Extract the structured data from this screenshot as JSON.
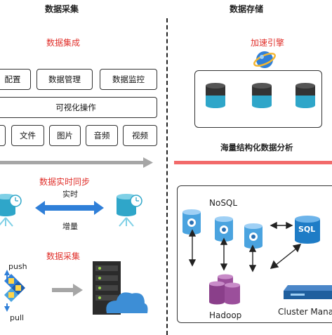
{
  "left": {
    "title": "数据采集",
    "integration": {
      "title": "数据集成",
      "row1": [
        "配置",
        "数据管理",
        "数据监控"
      ],
      "row2": "可视化操作",
      "row3": [
        "",
        "文件",
        "图片",
        "音频",
        "视频"
      ]
    },
    "sync": {
      "title": "数据实时同步",
      "realtime": "实时",
      "incremental": "增量"
    },
    "collection": {
      "title": "数据采集",
      "push": "push",
      "pull": "pull"
    }
  },
  "right": {
    "title": "数据存储",
    "engine": "加速引擎",
    "analysis": "海量结构化数据分析",
    "nosql": "NoSQL",
    "sql": "SQL",
    "hadoop": "Hadoop",
    "cluster": "Cluster Mana"
  },
  "colors": {
    "red": "#e0302b",
    "arrow_gray": "#a6a6a6",
    "analysis_bar": "#f26a6a",
    "cyl_teal": "#2fa6c9",
    "cyl_gray": "#333333",
    "cyl_blue": "#4aa3df",
    "hadoop": "#9b4f9b",
    "sql_blue": "#1e7cc6",
    "cluster_blue": "#1f5f9e",
    "sync_arrow": "#2f7fd8",
    "cloud": "#3d8ed6"
  }
}
